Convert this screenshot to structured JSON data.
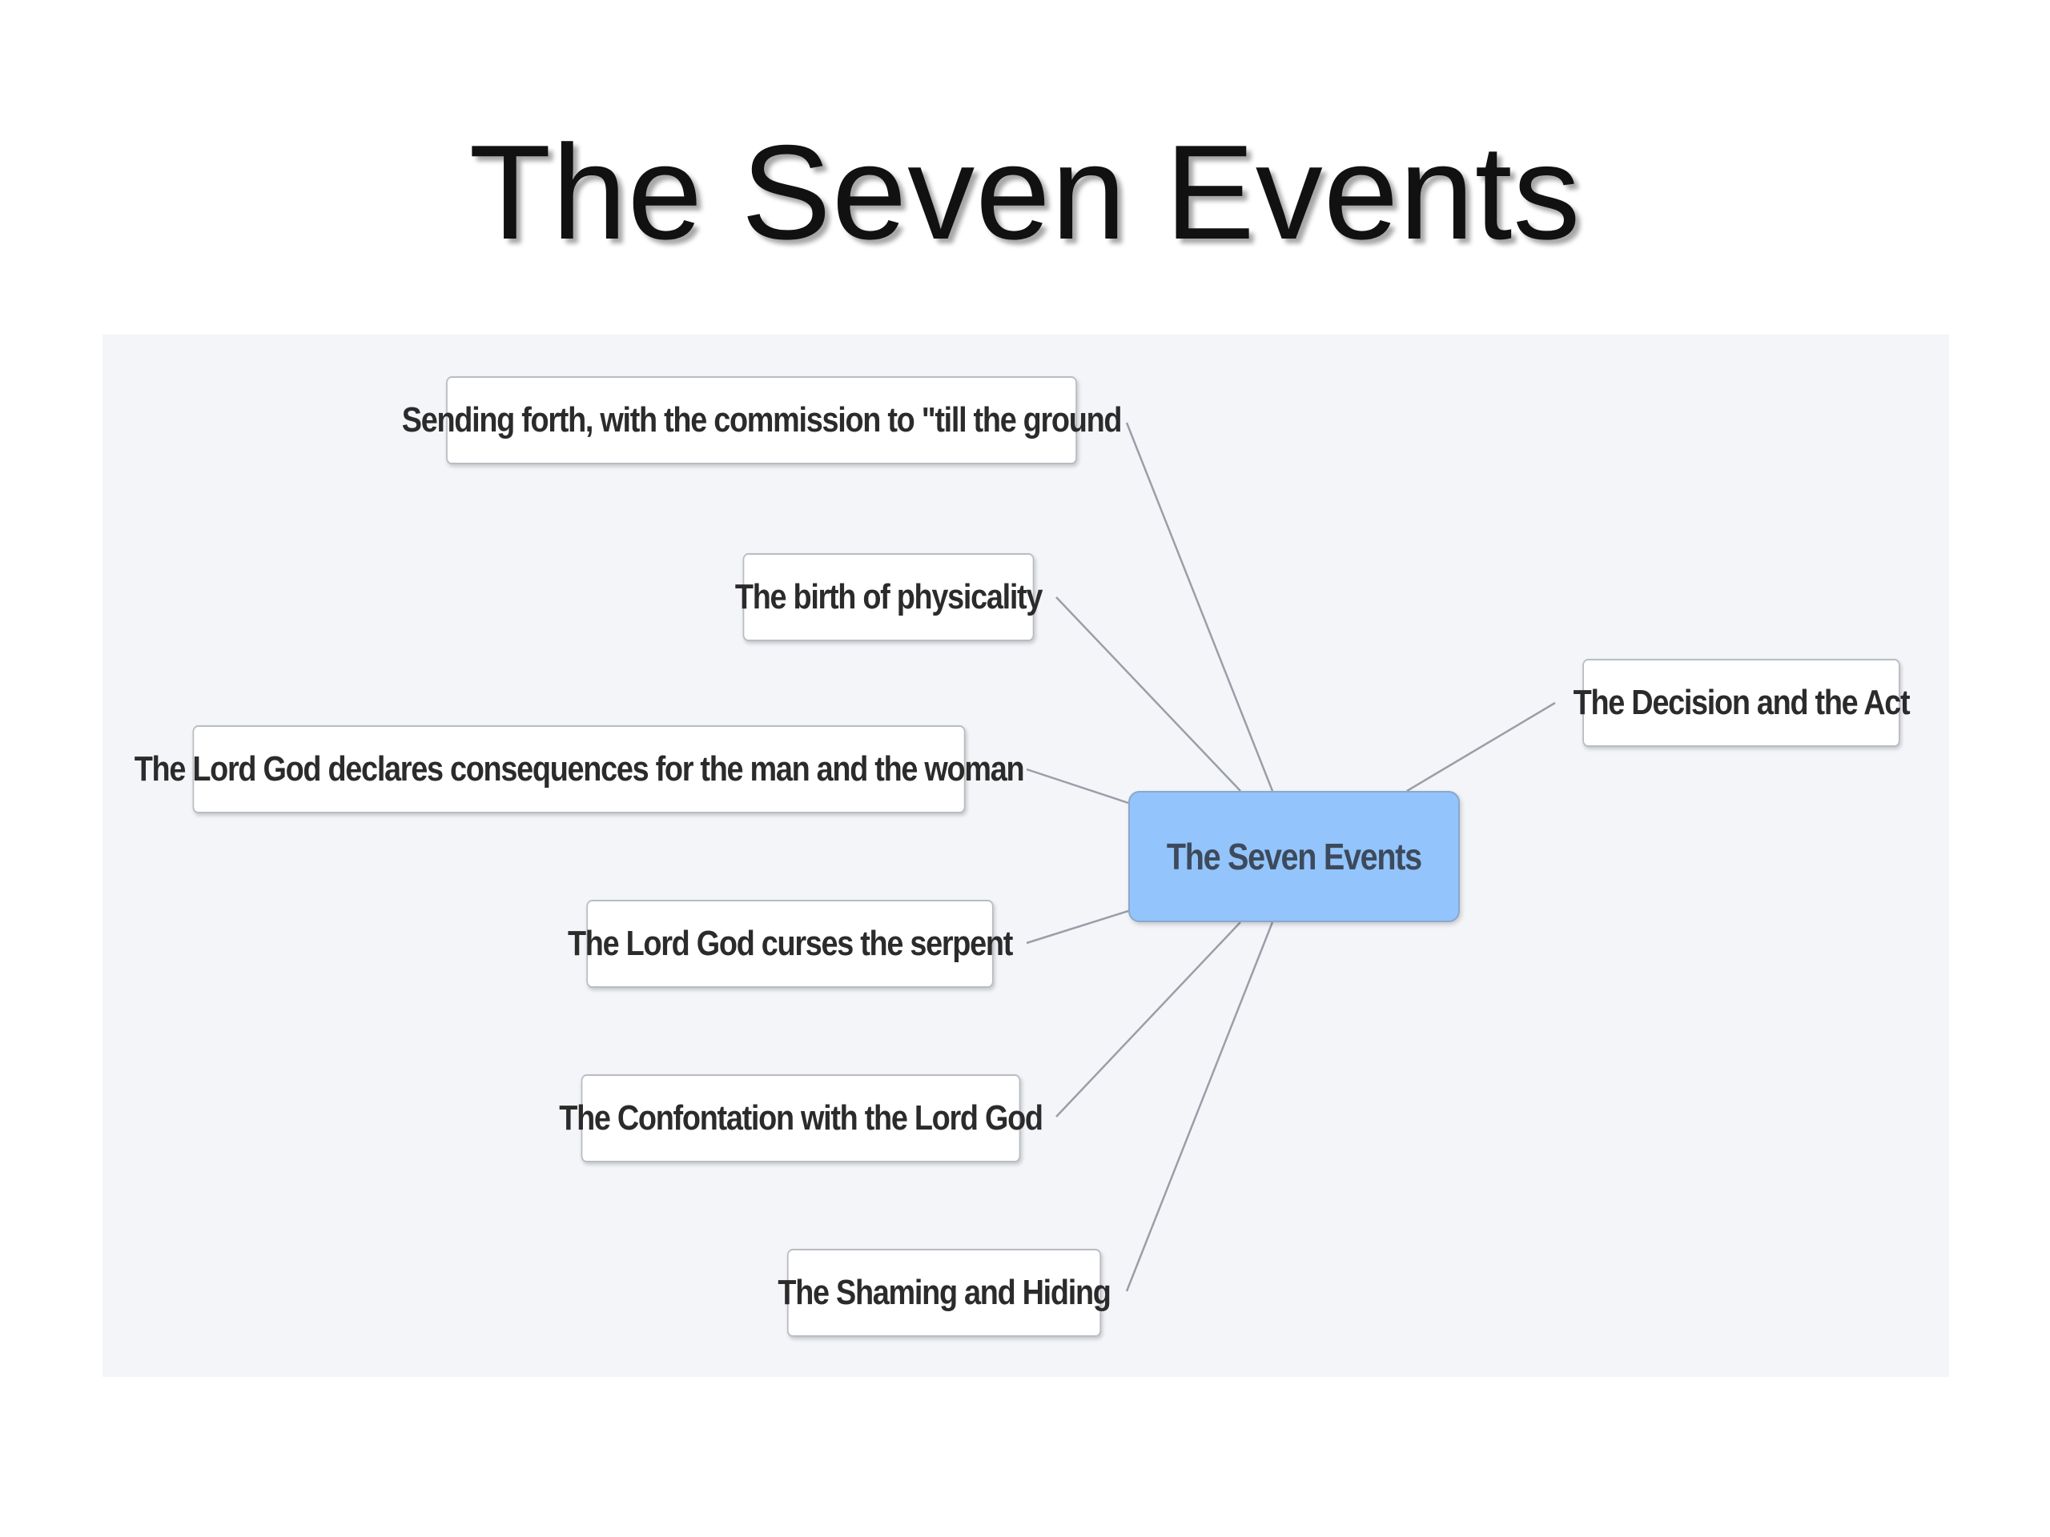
{
  "title": "The Seven Events",
  "diagram": {
    "root": {
      "label": "The Seven Events"
    },
    "branches": [
      {
        "label": "Sending forth, with the commission to \"till the ground"
      },
      {
        "label": "The birth of physicality"
      },
      {
        "label": "The Lord God declares consequences for the man and the woman"
      },
      {
        "label": "The Lord God curses the serpent"
      },
      {
        "label": "The Confontation with the Lord God"
      },
      {
        "label": "The Shaming and Hiding"
      },
      {
        "label": "The Decision and the Act"
      }
    ]
  },
  "colors": {
    "root_fill": "#93c4fb",
    "node_fill": "#ffffff",
    "canvas_bg": "#f3f5f9",
    "connector": "#9a9ea6"
  }
}
